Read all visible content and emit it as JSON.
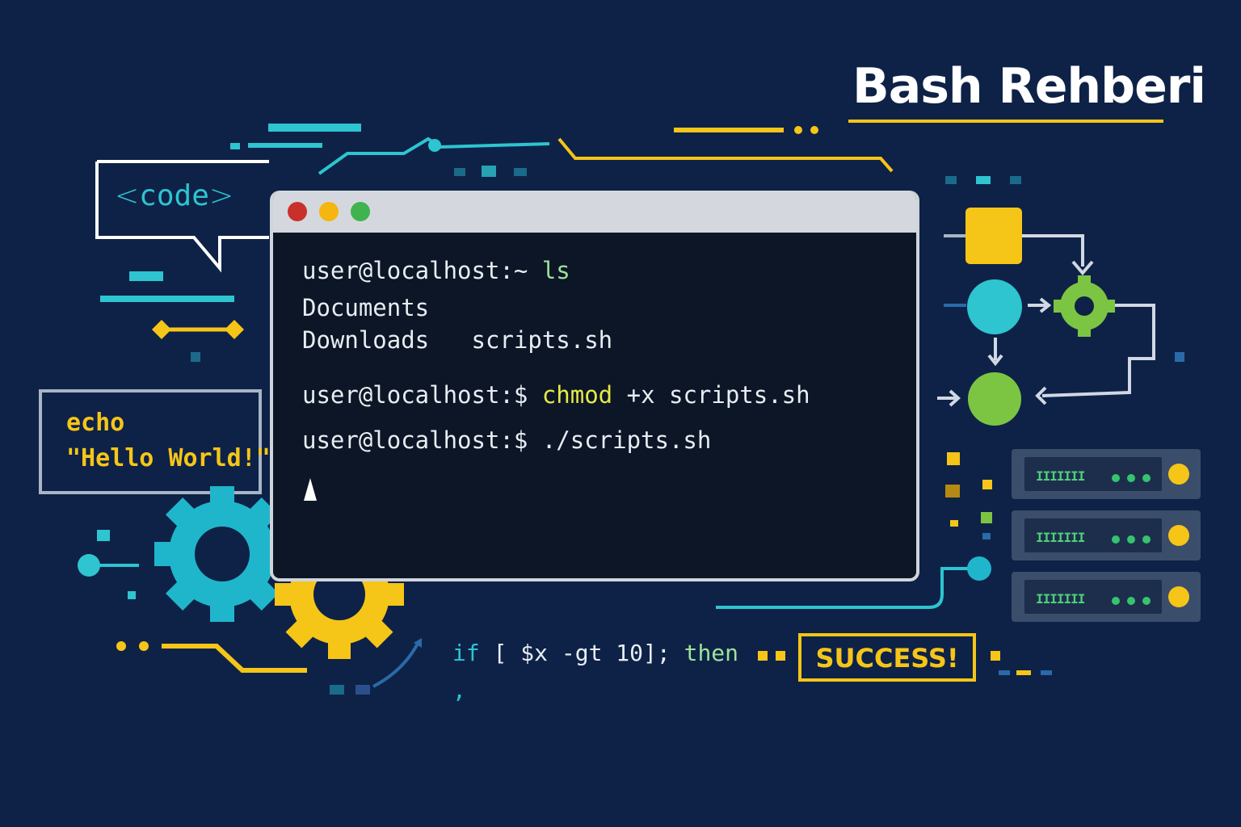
{
  "title": "Bash Rehberi",
  "code_bubble": {
    "open": "<",
    "word": "code",
    "close": ">"
  },
  "echo_box": {
    "line1": "echo",
    "line2": "\"Hello World!\""
  },
  "terminal": {
    "line1_prompt": "user@localhost:~",
    "line1_cmd": "ls",
    "output1": "Documents",
    "output2a": "Downloads",
    "output2b": "scripts.sh",
    "line4_prompt": "user@localhost:$",
    "line4_cmd": "chmod",
    "line4_args": "+x scripts.sh",
    "line5_prompt": "user@localhost:$",
    "line5_cmd": "./scripts.sh"
  },
  "snippet": {
    "if": "if",
    "cond": "[ $x -gt 10];",
    "then": "then",
    "trail": ","
  },
  "success": "SUCCESS!",
  "servers": [
    {
      "bars": "IIIIIII"
    },
    {
      "bars": "IIIIIII"
    },
    {
      "bars": "IIIIIII"
    }
  ],
  "colors": {
    "background": "#0e2247",
    "accent_cyan": "#2ec4d0",
    "accent_yellow": "#f5c518",
    "accent_green": "#7cc542",
    "terminal_bg": "#0c1626"
  },
  "icons": [
    "code-bubble-icon",
    "gear-icon-cyan",
    "gear-icon-yellow",
    "flowchart-icon",
    "server-rack-icon"
  ]
}
